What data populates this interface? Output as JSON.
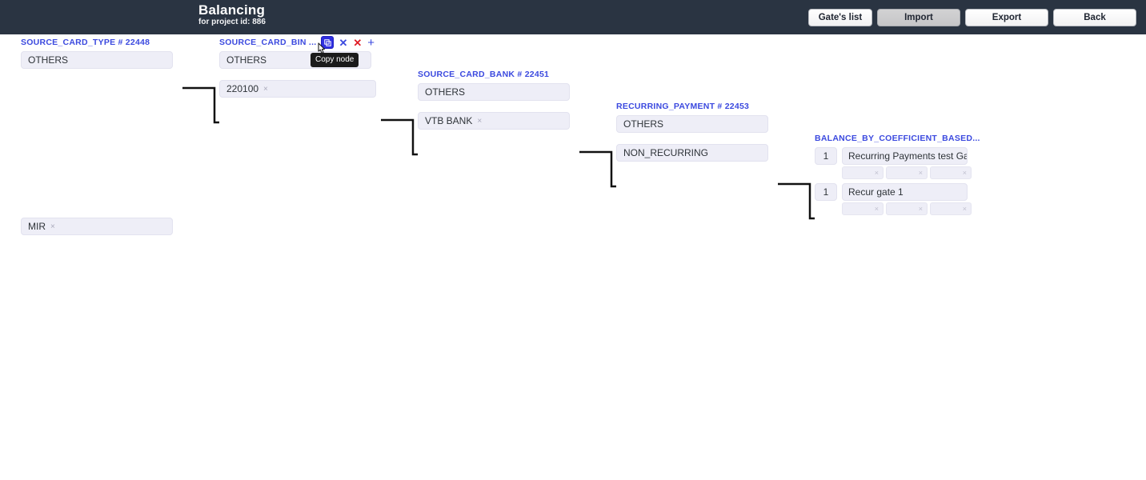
{
  "header": {
    "title": "Balancing",
    "subtitle": "for project id: 886",
    "buttons": [
      {
        "label": "Gate's list",
        "name": "gates-list-button",
        "active": false
      },
      {
        "label": "Import",
        "name": "import-button",
        "active": true
      },
      {
        "label": "Export",
        "name": "export-button",
        "active": false
      },
      {
        "label": "Back",
        "name": "back-button",
        "active": false
      }
    ]
  },
  "colors": {
    "topbar_bg": "#2a3442",
    "node_label": "#3b49df",
    "field_bg": "#eeeef7",
    "icon_blue": "#3b49df",
    "icon_red": "#e01b24",
    "copy_button_bg": "#2f2fe0",
    "tooltip_bg": "#1b1b1b",
    "connector": "#111111"
  },
  "tooltip": {
    "text": "Copy node",
    "for": "copy-node-button"
  },
  "nodes": [
    {
      "id": "source-card-type",
      "label": "SOURCE_CARD_TYPE # 22448",
      "fields": [
        {
          "value": "OTHERS",
          "clearable": false
        },
        {
          "value": "MIR",
          "clearable": true
        }
      ]
    },
    {
      "id": "source-card-bin",
      "label": "SOURCE_CARD_BIN ...",
      "tools": [
        {
          "name": "copy-node-button",
          "icon": "copy-icon",
          "title": "Copy node"
        },
        {
          "name": "cut-node-button",
          "icon": "x-blue-icon",
          "title": ""
        },
        {
          "name": "delete-node-button",
          "icon": "x-red-icon",
          "title": ""
        },
        {
          "name": "add-node-button",
          "icon": "plus-icon",
          "title": ""
        }
      ],
      "fields": [
        {
          "value": "OTHERS",
          "clearable": false
        },
        {
          "value": "220100",
          "clearable": true
        }
      ]
    },
    {
      "id": "source-card-bank",
      "label": "SOURCE_CARD_BANK # 22451",
      "fields": [
        {
          "value": "OTHERS",
          "clearable": false
        },
        {
          "value": "VTB BANK",
          "clearable": true
        }
      ]
    },
    {
      "id": "recurring-payment",
      "label": "RECURRING_PAYMENT # 22453",
      "fields": [
        {
          "value": "OTHERS",
          "clearable": false
        },
        {
          "value": "NON_RECURRING",
          "clearable": false
        }
      ]
    }
  ],
  "balance_node": {
    "id": "balance-by-coefficient",
    "label": "BALANCE_BY_COEFFICIENT_BASED...",
    "rows": [
      {
        "coefficient": "1",
        "gate": "Recurring Payments test Gate",
        "subcells": [
          "",
          "",
          ""
        ]
      },
      {
        "coefficient": "1",
        "gate": "Recur gate 1",
        "subcells": [
          "",
          "",
          ""
        ]
      }
    ]
  },
  "glyphs": {
    "clear": "×",
    "x_mark": "✕",
    "plus": "+"
  }
}
